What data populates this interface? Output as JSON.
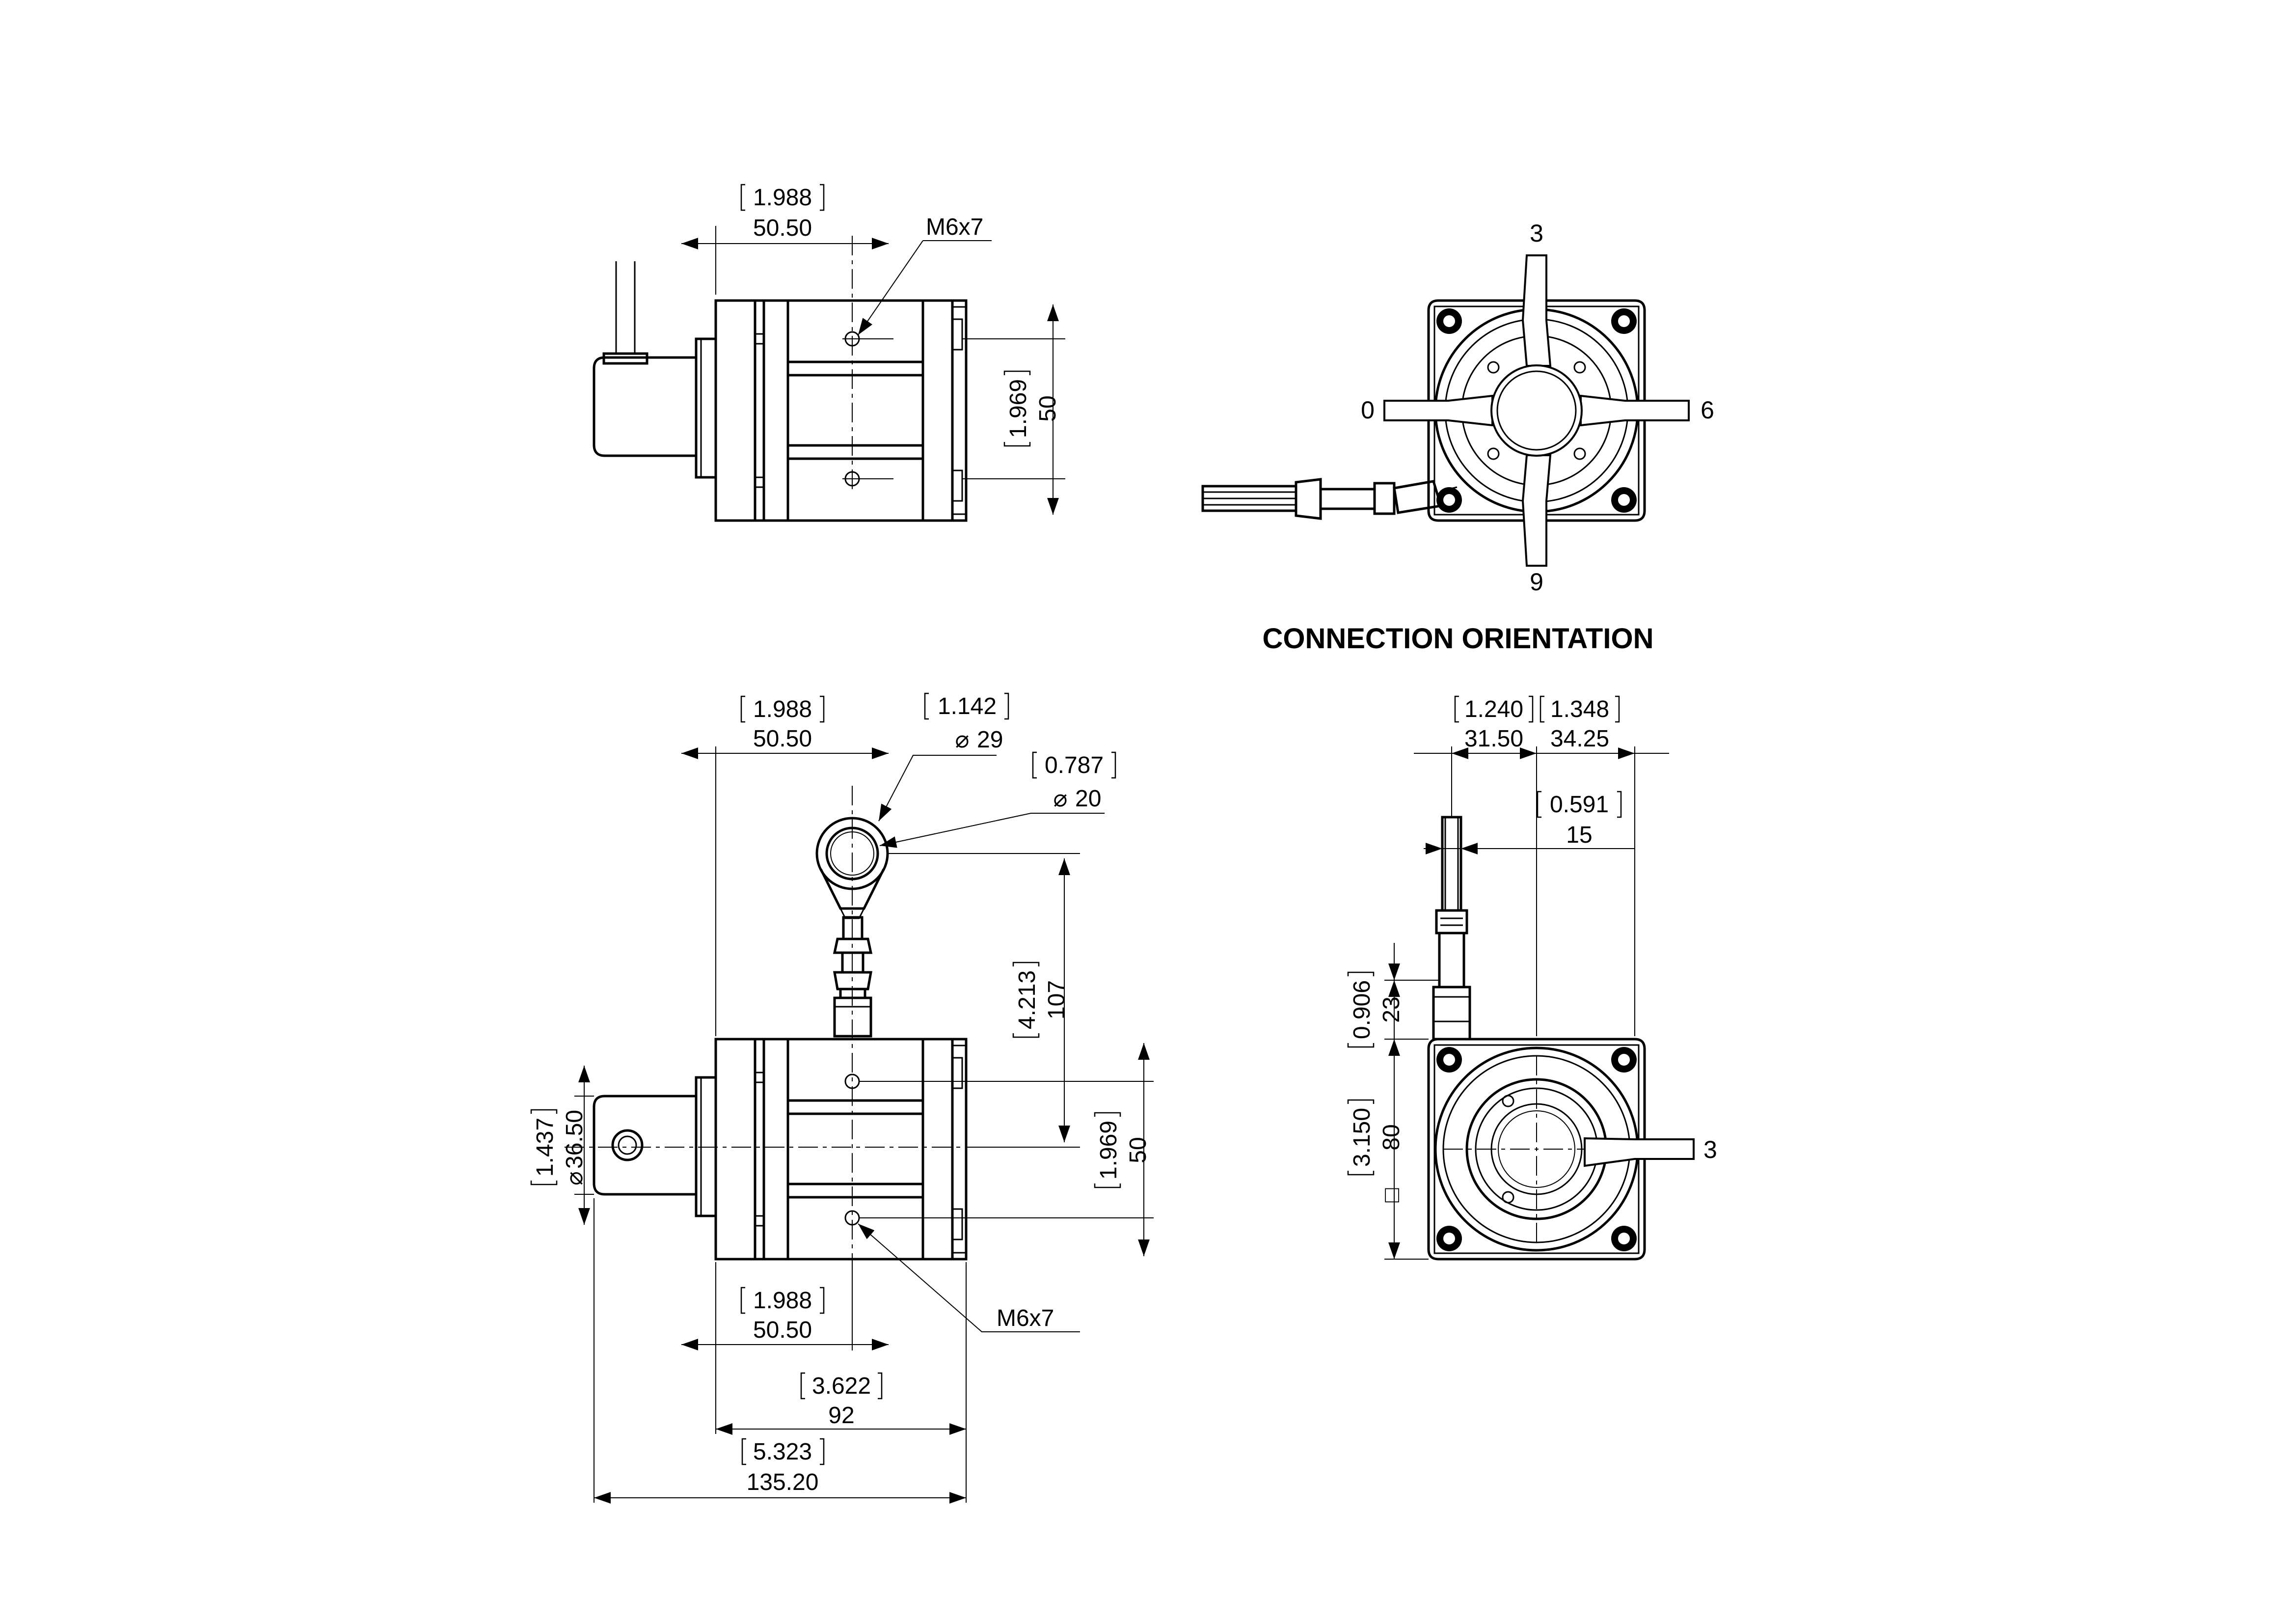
{
  "title": "CONNECTION ORIENTATION",
  "top_view": {
    "width_in": "1.988",
    "width_mm": "50.50",
    "thread": "M6x7",
    "height_in": "1.969",
    "height_mm": "50"
  },
  "orientation_view": {
    "pos_top": "3",
    "pos_left": "0",
    "pos_right": "6",
    "pos_bottom": "9"
  },
  "side_view": {
    "top_width_in": "1.988",
    "top_width_mm": "50.50",
    "ring_outer_in": "1.142",
    "ring_outer_mm": "29",
    "ring_inner_in": "0.787",
    "ring_inner_mm": "20",
    "ring_height_in": "4.213",
    "ring_height_mm": "107",
    "hole_dist_in": "1.969",
    "hole_dist_mm": "50",
    "hub_dia_in": "1.437",
    "hub_dia_mm": "36.50",
    "bottom_width_in": "1.988",
    "bottom_width_mm": "50.50",
    "thread": "M6x7",
    "body_len_in": "3.622",
    "body_len_mm": "92",
    "total_len_in": "5.323",
    "total_len_mm": "135.20"
  },
  "front_view": {
    "left_in": "1.240",
    "left_mm": "31.50",
    "right_in": "1.348",
    "right_mm": "34.25",
    "offset_in": "0.591",
    "offset_mm": "15",
    "cable_h_in": "0.906",
    "cable_h_mm": "23",
    "square_in": "3.150",
    "square_mm": "80",
    "cable_pos": "3"
  },
  "symbols": {
    "diameter": "⌀",
    "square": "□"
  }
}
